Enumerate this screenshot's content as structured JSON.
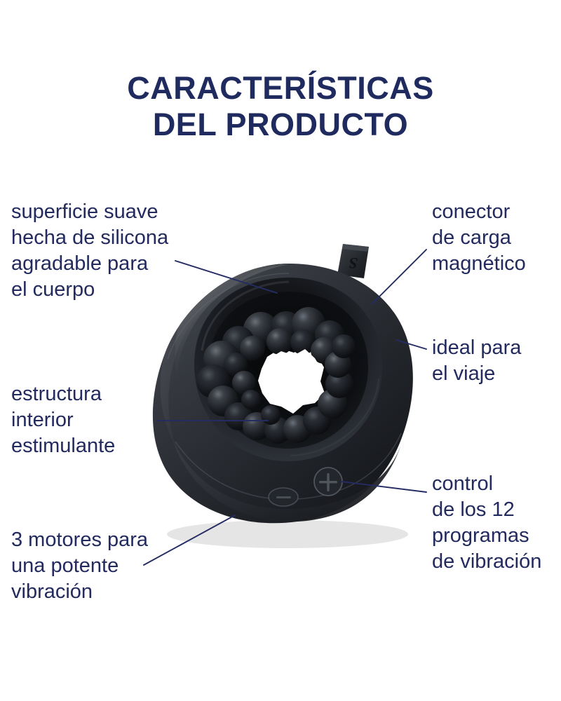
{
  "page": {
    "background_color": "#ffffff",
    "accent_color": "#1f2a5e",
    "label_color": "#222a5e",
    "product_body_color": "#2b2e34"
  },
  "header": {
    "title_line1": "CARACTERÍSTICAS",
    "title_line2": "DEL PRODUCTO"
  },
  "callouts": {
    "surface": {
      "text": "superficie suave\nhecha de silicona\nagradable para\nel cuerpo",
      "side": "left"
    },
    "structure": {
      "text": "estructura\ninterior\nestimulante",
      "side": "left"
    },
    "motors": {
      "text": "3 motores para\nuna potente\nvibración",
      "side": "left"
    },
    "connector": {
      "text": "conector\nde carga\nmagnético",
      "side": "right"
    },
    "travel": {
      "text": "ideal para\nel viaje",
      "side": "right"
    },
    "control": {
      "text": "control\nde los 12\nprogramas\nde vibración",
      "side": "right"
    }
  },
  "product": {
    "name": "vibrating-sleeve-ring",
    "controls": {
      "minus_label": "−",
      "plus_label": "+"
    },
    "charging_tab_logo": "S"
  }
}
